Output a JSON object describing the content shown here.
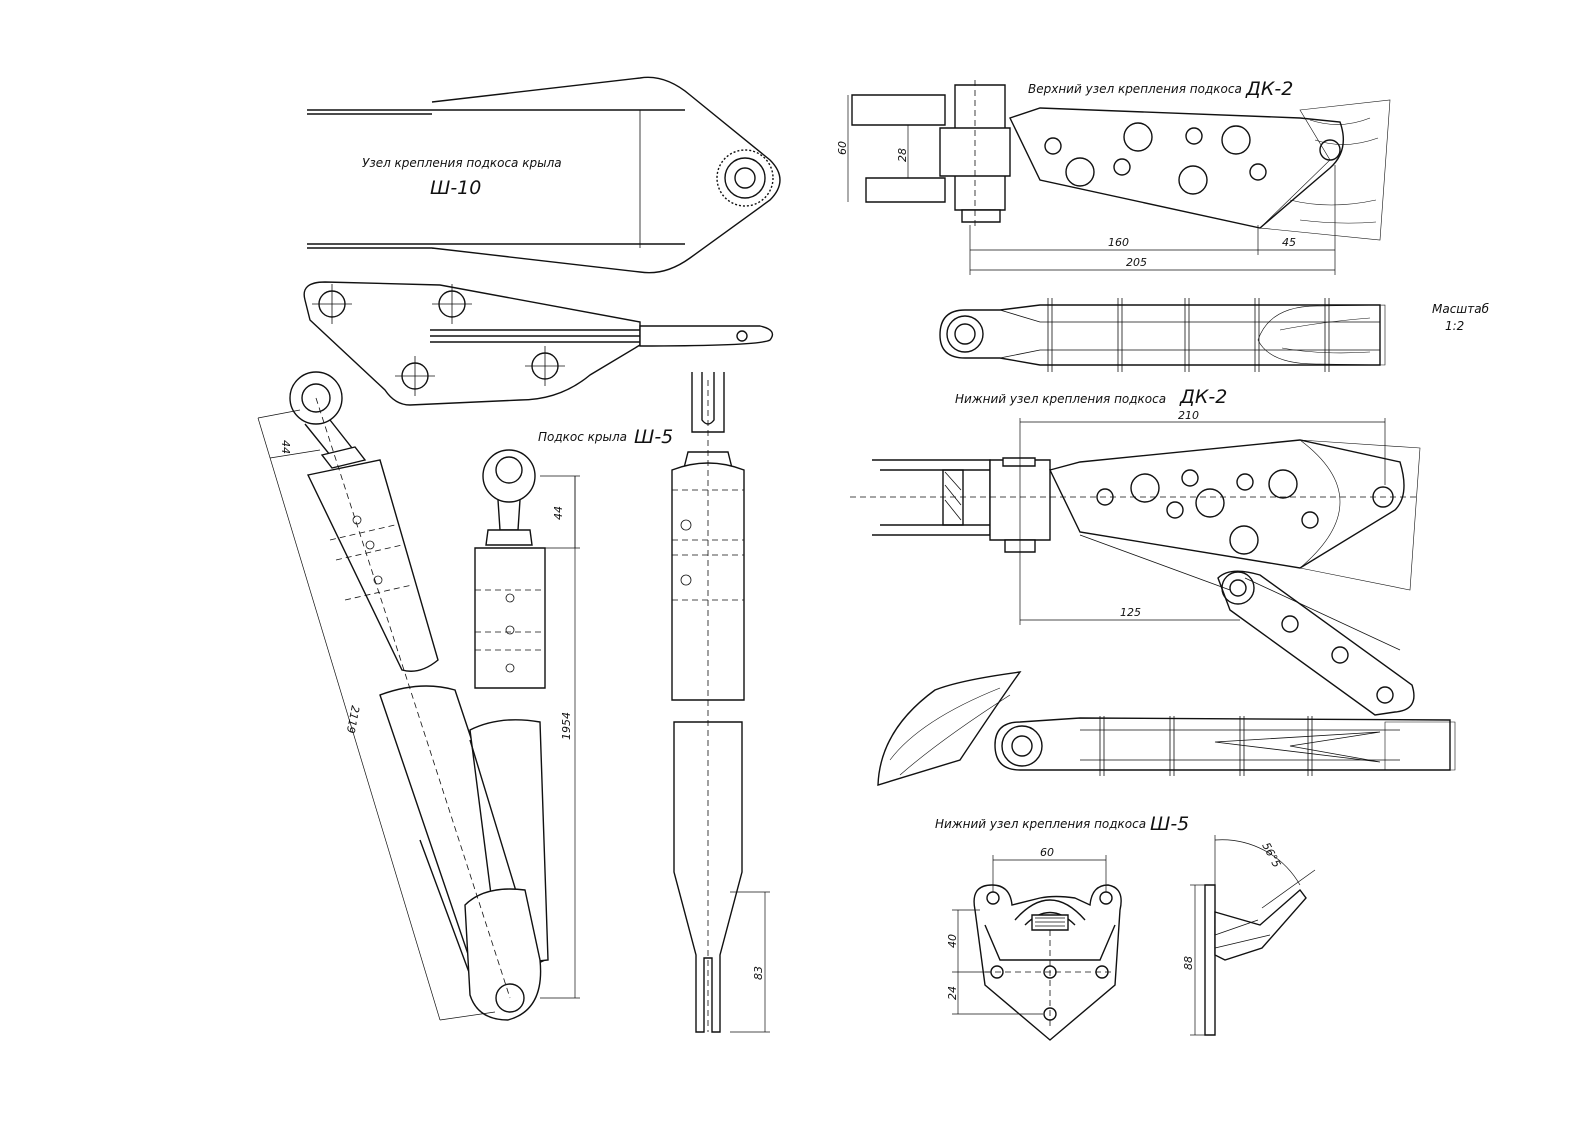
{
  "labels": {
    "sh10_caption": "Узел крепления подкоса крыла",
    "sh10_code": "Ш-10",
    "strut_caption": "Подкос крыла",
    "strut_code": "Ш-5",
    "dk2_upper_caption": "Верхний узел крепления подкоса",
    "dk2_upper_code": "ДК-2",
    "dk2_lower_caption": "Нижний узел крепления подкоса",
    "dk2_lower_code": "ДК-2",
    "sh5_lower_caption": "Нижний узел крепления подкоса",
    "sh5_lower_code": "Ш-5",
    "scale_label": "Масштаб",
    "scale_value": "1:2"
  },
  "dimensions": {
    "strut_eye": "44",
    "strut_length_incline": "2119",
    "strut_eye_front": "44",
    "strut_length_front": "1954",
    "strut_fork": "83",
    "upper_height": "60",
    "upper_gap": "28",
    "upper_len_160": "160",
    "upper_len_45": "45",
    "upper_total": "205",
    "lower_total": "210",
    "lower_125": "125",
    "fitting_width": "60",
    "fitting_h40": "40",
    "fitting_h24": "24",
    "fitting_side": "88",
    "fitting_angle": "56°5"
  }
}
